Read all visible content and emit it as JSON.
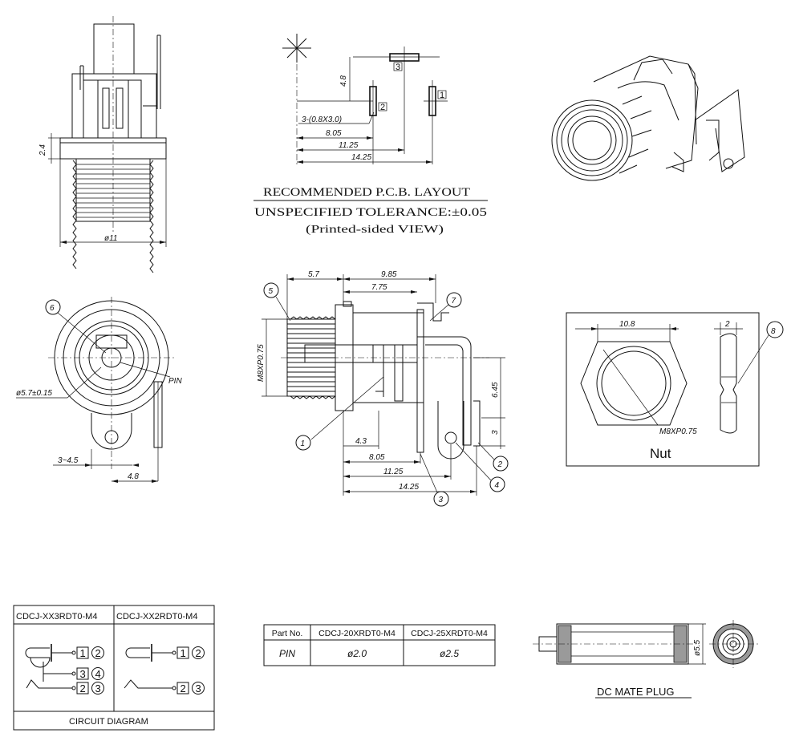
{
  "side_view": {
    "dim_flange_height": "2.4",
    "dim_outer_diameter": "ø11"
  },
  "pcb_layout": {
    "dim_height": "4.8",
    "dim_holes": "3-(0.8X3.0)",
    "dim_a": "8.05",
    "dim_b": "11.25",
    "dim_c": "14.25",
    "pin_tag_1": "1",
    "pin_tag_2": "2",
    "pin_tag_3": "3",
    "title_line1": "RECOMMENDED P.C.B. LAYOUT",
    "title_line2": "UNSPECIFIED TOLERANCE:±0.05",
    "title_line3": "(Printed-sided VIEW)"
  },
  "front_view": {
    "callout_6": "6",
    "pin_label": "PIN",
    "dim_pin_diameter": "ø5.7±0.15",
    "dim_offset": "3~4.5",
    "dim_width": "4.8"
  },
  "section_view": {
    "dim_top_left": "5.7",
    "dim_top_right": "9.85",
    "dim_inner": "7.75",
    "dim_thread": "M8XP0.75",
    "dim_height_a": "6.45",
    "dim_height_b": "3",
    "dim_a": "4.3",
    "dim_b": "8.05",
    "dim_c": "11.25",
    "dim_d": "14.25",
    "callouts": [
      "1",
      "2",
      "3",
      "4",
      "5",
      "7"
    ]
  },
  "nut": {
    "dim_across": "10.8",
    "dim_thick": "2",
    "dim_thread": "M8XP0.75",
    "callout_8": "8",
    "label": "Nut"
  },
  "circuit_table": {
    "col_a_title": "CDCJ-XX3RDT0-M4",
    "col_b_title": "CDCJ-XX2RDT0-M4",
    "col_a_rows": [
      [
        "1",
        "2"
      ],
      [
        "3",
        "4"
      ],
      [
        "2",
        "3"
      ]
    ],
    "col_b_rows": [
      [
        "1",
        "2"
      ],
      [
        "2",
        "3"
      ]
    ],
    "caption": "CIRCUIT DIAGRAM"
  },
  "part_table": {
    "headers": [
      "Part No.",
      "CDCJ-20XRDT0-M4",
      "CDCJ-25XRDT0-M4"
    ],
    "row": [
      "PIN",
      "ø2.0",
      "ø2.5"
    ]
  },
  "mate_plug": {
    "dim_diameter": "ø5.5",
    "caption": "DC MATE PLUG"
  }
}
